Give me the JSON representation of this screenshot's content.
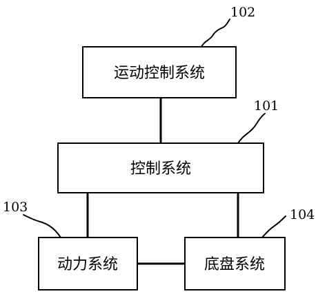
{
  "diagram": {
    "boxes": {
      "motion_control": {
        "label": "运动控制系统",
        "ref": "102"
      },
      "control": {
        "label": "控制系统",
        "ref": "101"
      },
      "power": {
        "label": "动力系统",
        "ref": "103"
      },
      "chassis": {
        "label": "底盘系统",
        "ref": "104"
      }
    }
  }
}
